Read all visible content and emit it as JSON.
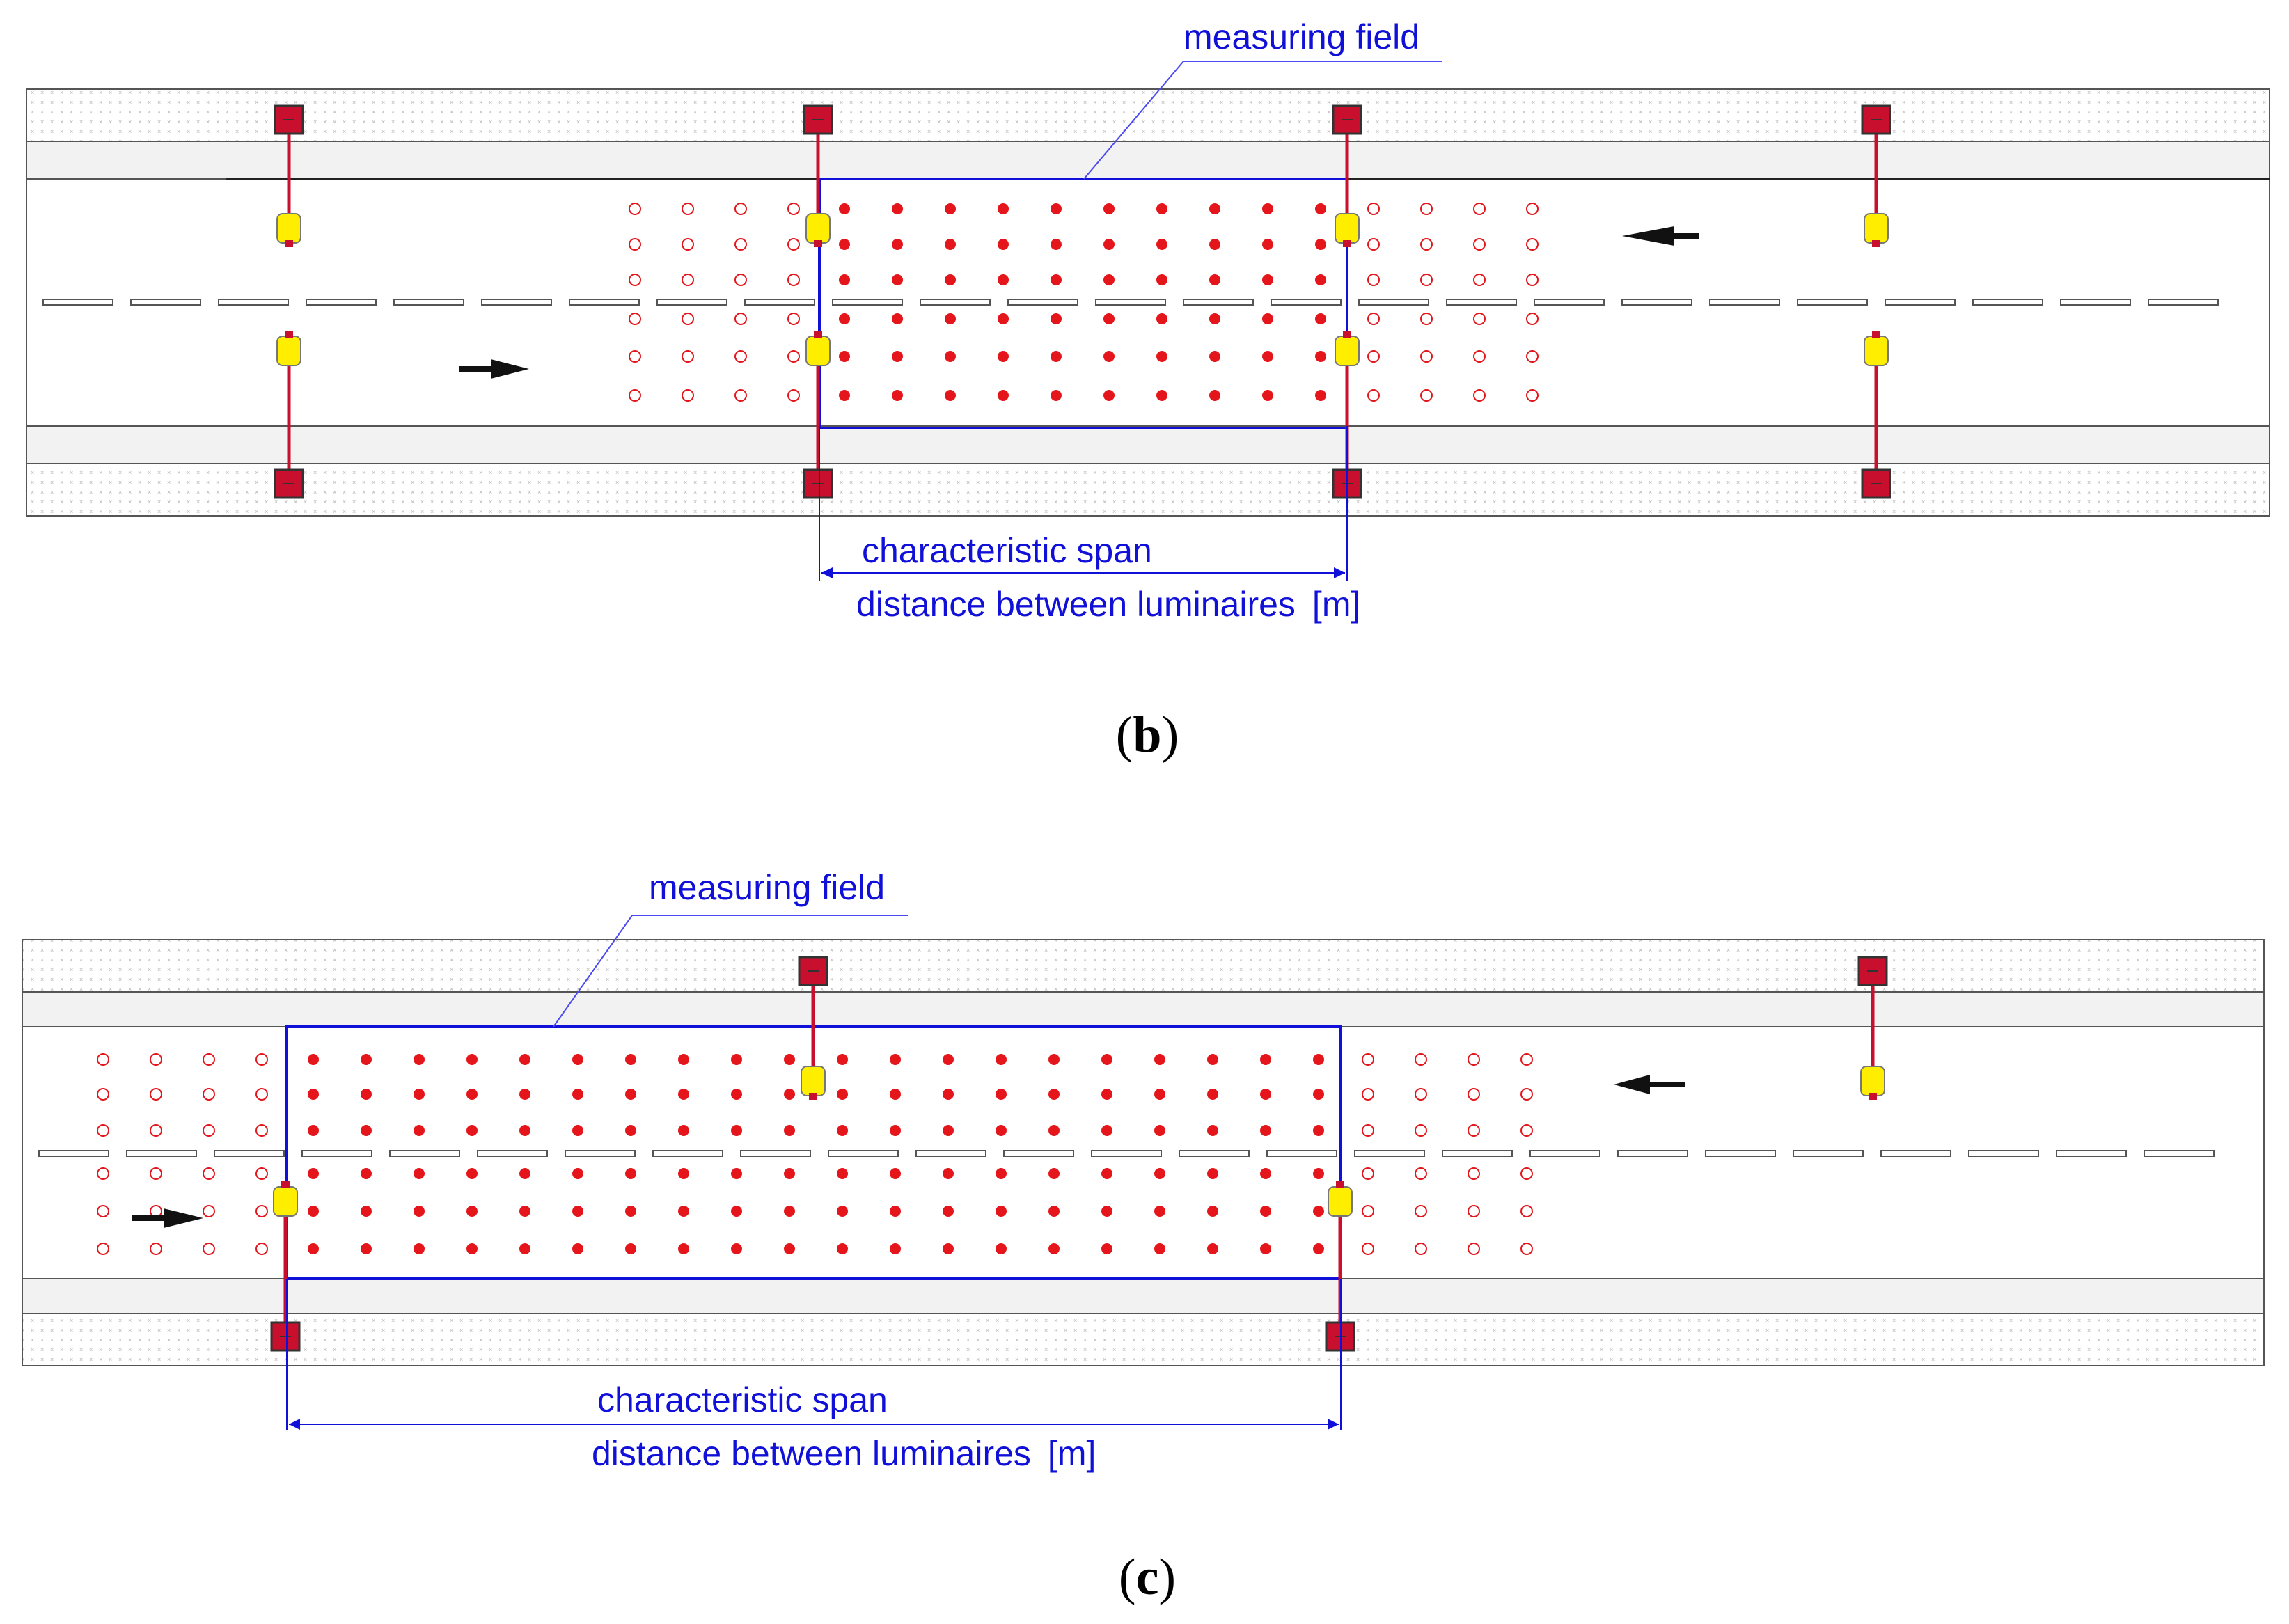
{
  "colors": {
    "label_blue": "#1010d8",
    "measure_point_red": "#e4151b",
    "pole_red": "#c8102e",
    "luminaire_yellow": "#ffee00",
    "road_line": "#555555",
    "arrow": "#111111"
  },
  "panels": [
    {
      "id": "b",
      "caption": "(b)",
      "caption_letter": "b",
      "measuring_field_label": "measuring field",
      "span_label": "characteristic span",
      "distance_label": "distance between luminaires",
      "distance_unit": "[m]",
      "layout": "opposite",
      "grid_rows": 6,
      "grid_cols_inside": 10,
      "grid_cols_outside_each_side": 4,
      "luminaires_per_side": 4,
      "traffic_directions": [
        "right",
        "left"
      ]
    },
    {
      "id": "c",
      "caption": "(c)",
      "caption_letter": "c",
      "measuring_field_label": "measuring field",
      "span_label": "characteristic span",
      "distance_label": "distance between luminaires",
      "distance_unit": "[m]",
      "layout": "staggered",
      "grid_rows": 6,
      "grid_cols_inside": 20,
      "grid_cols_outside_each_side": 4,
      "luminaires_per_side": 2,
      "traffic_directions": [
        "right",
        "left"
      ]
    }
  ]
}
